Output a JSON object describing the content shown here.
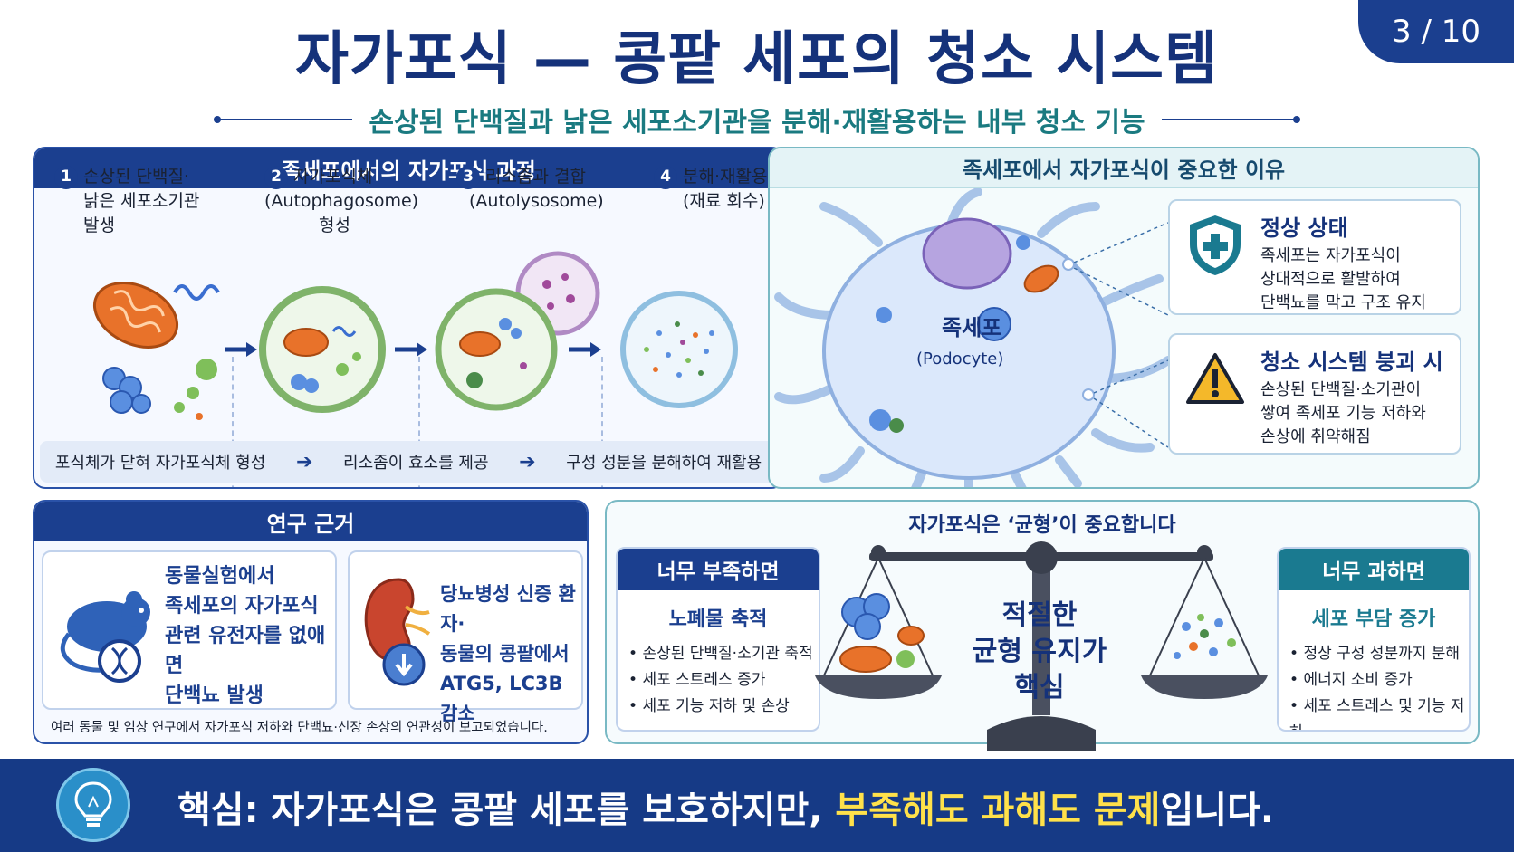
{
  "page": {
    "number": "3 / 10"
  },
  "title": "자가포식 — 콩팥 세포의 청소 시스템",
  "subtitle": "손상된 단백질과 낡은 세포소기관을 분해·재활용하는 내부 청소 기능",
  "process": {
    "heading": "족세포에서의 자가포식 과정",
    "steps": [
      {
        "num": "1",
        "lines": [
          "손상된 단백질·",
          "낡은 세포소기관",
          "발생"
        ]
      },
      {
        "num": "2",
        "lines": [
          "자가포식체",
          "(Autophagosome)",
          "형성"
        ]
      },
      {
        "num": "3",
        "lines": [
          "리소좀과 결합",
          "(Autolysosome)"
        ]
      },
      {
        "num": "4",
        "lines": [
          "분해·재활용",
          "(재료 회수)"
        ]
      }
    ],
    "flow": [
      "포식체가 닫혀 자가포식체 형성",
      "리소좀이 효소를 제공",
      "구성 성분을 분해하여 재활용"
    ]
  },
  "importance": {
    "heading": "족세포에서 자가포식이 중요한 이유",
    "cell_label": "족세포",
    "cell_sublabel": "(Podocyte)",
    "normal": {
      "title": "정상 상태",
      "lines": [
        "족세포는 자가포식이",
        "상대적으로 활발하여",
        "단백뇨를 막고 구조 유지"
      ]
    },
    "collapse": {
      "title": "청소 시스템 붕괴 시",
      "lines": [
        "손상된 단백질·소기관이",
        "쌓여 족세포 기능 저하와",
        "손상에 취약해짐"
      ]
    }
  },
  "evidence": {
    "heading": "연구 근거",
    "card1": [
      "동물실험에서",
      "족세포의 자가포식",
      "관련 유전자를 없애면",
      "단백뇨 발생"
    ],
    "card2": [
      "당뇨병성 신증 환자·",
      "동물의 콩팥에서",
      "ATG5, LC3B 감소"
    ],
    "note": "여러 동물 및 임상 연구에서 자가포식 저하와 단백뇨·신장 손상의 연관성이 보고되었습니다."
  },
  "balance": {
    "heading": "자가포식은 ‘균형’이 중요합니다",
    "center": [
      "적절한",
      "균형 유지가",
      "핵심"
    ],
    "lack": {
      "header": "너무 부족하면",
      "title": "노폐물 축적",
      "items": [
        "손상된 단백질·소기관 축적",
        "세포 스트레스 증가",
        "세포 기능 저하 및 손상"
      ]
    },
    "excess": {
      "header": "너무 과하면",
      "title": "세포 부담 증가",
      "items": [
        "정상 구성 성분까지 분해",
        "에너지 소비 증가",
        "세포 스트레스 및 기능 저하"
      ]
    }
  },
  "footer": {
    "prefix": "핵심: 자가포식은 콩팥 세포를 보호하지만, ",
    "highlight": "부족해도 과해도 문제",
    "suffix": "입니다."
  },
  "colors": {
    "navy": "#1b3f8f",
    "teal": "#1a7a80",
    "highlight": "#ffe14a"
  }
}
